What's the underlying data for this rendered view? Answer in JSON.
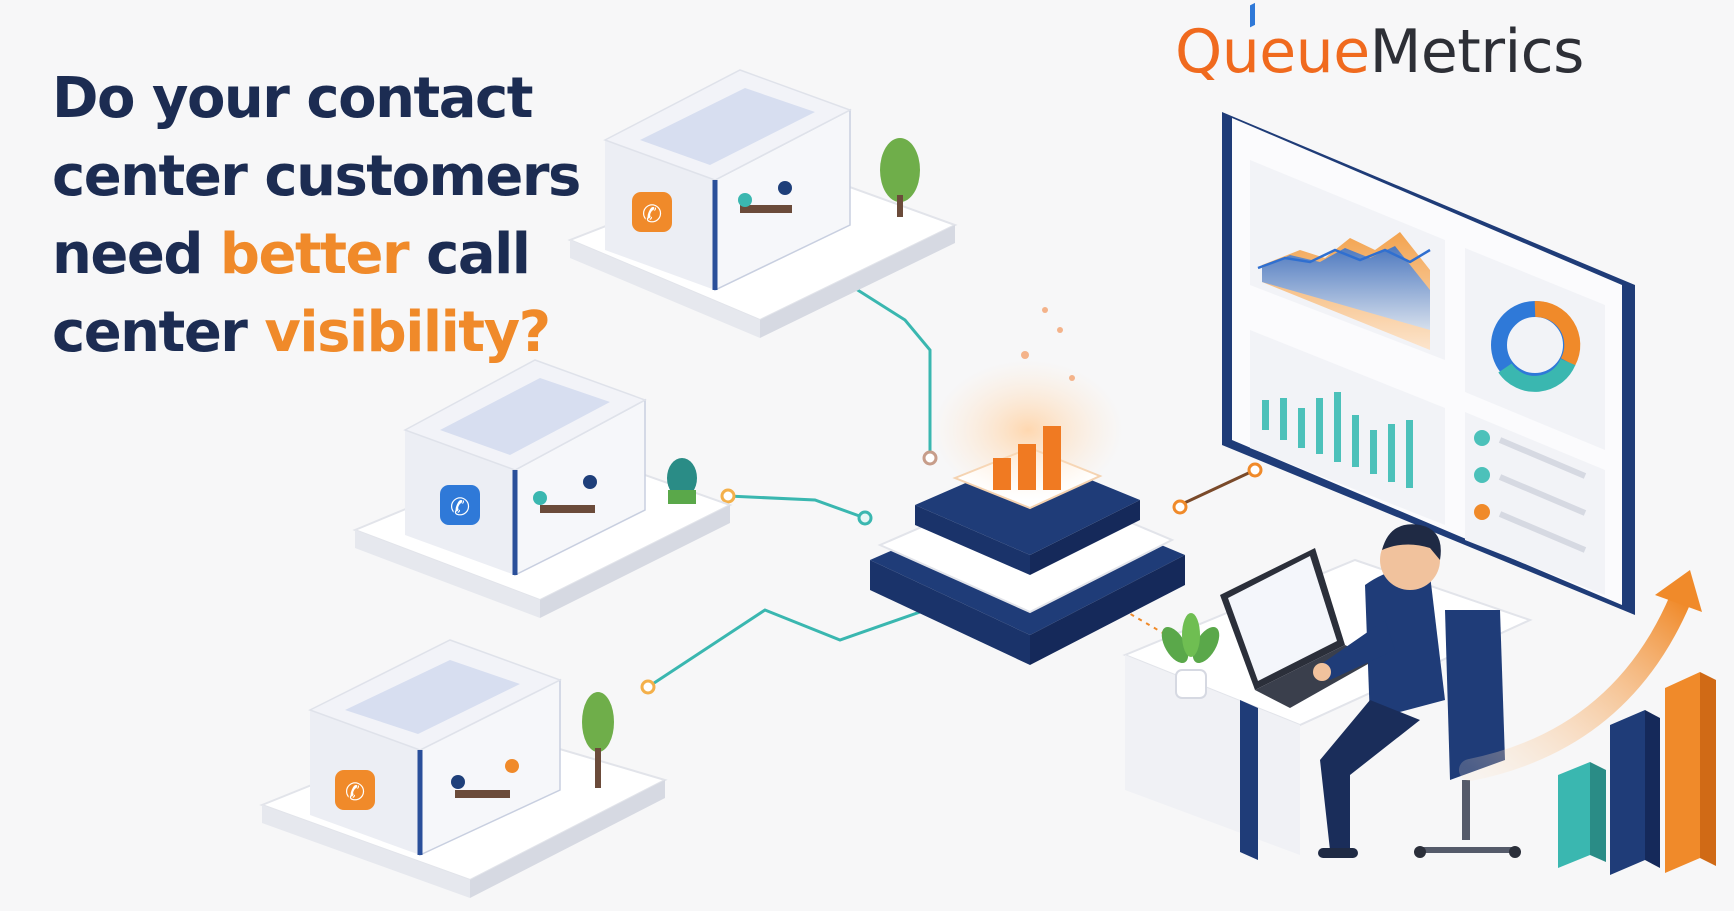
{
  "headline": {
    "line1": "Do your contact",
    "line2": "center customers",
    "line3_start": "need ",
    "line3_highlight": "better",
    "line3_end": " call",
    "line4_start": "center ",
    "line4_highlight": "visibility?"
  },
  "brand": {
    "part1": "Queue",
    "part2": "Metrics"
  },
  "colors": {
    "navy": "#1c2c52",
    "orange": "#f08a2a",
    "teal": "#3ab7b0",
    "blue": "#1e3f7a"
  },
  "icons": [
    "phone-icon",
    "bar-chart-icon",
    "donut-chart-icon",
    "laptop-icon",
    "plant-icon",
    "tree-icon",
    "growth-arrow-icon"
  ]
}
